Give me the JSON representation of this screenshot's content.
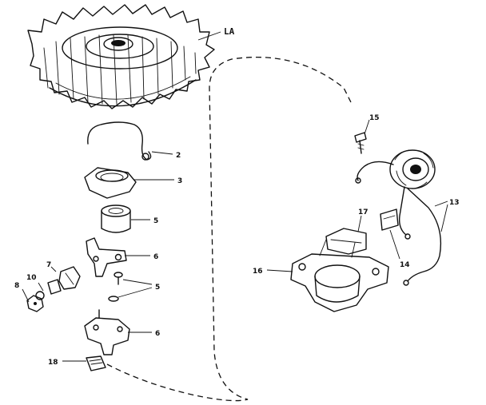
{
  "diagram": {
    "callouts": [
      {
        "id": "fw",
        "text": "LA"
      },
      {
        "id": "spring",
        "text": "2"
      },
      {
        "id": "cover",
        "text": "3"
      },
      {
        "id": "cam",
        "text": "5"
      },
      {
        "id": "arm",
        "text": "6"
      },
      {
        "id": "screws",
        "text": "5"
      },
      {
        "id": "plate",
        "text": "6"
      },
      {
        "id": "wick",
        "text": "18"
      },
      {
        "id": "n7",
        "text": "7"
      },
      {
        "id": "n10",
        "text": "10"
      },
      {
        "id": "n8",
        "text": "8"
      },
      {
        "id": "n15",
        "text": "15"
      },
      {
        "id": "n13",
        "text": "13"
      },
      {
        "id": "n17",
        "text": "17"
      },
      {
        "id": "n14",
        "text": "14"
      },
      {
        "id": "n16",
        "text": "16"
      }
    ]
  }
}
